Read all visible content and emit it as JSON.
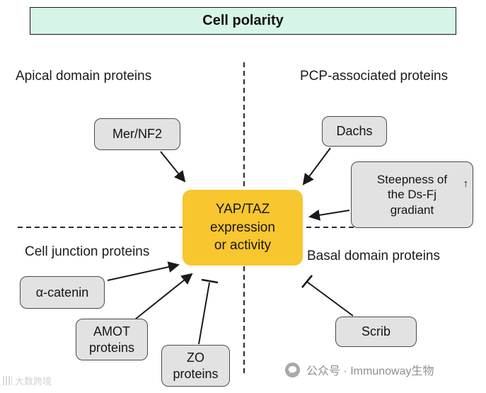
{
  "title": "Cell polarity",
  "quadrants": {
    "apical": "Apical domain proteins",
    "pcp": "PCP-associated proteins",
    "junction": "Cell junction proteins",
    "basal": "Basal domain proteins"
  },
  "center": {
    "line1": "YAP/TAZ",
    "line2": "expression",
    "line3": "or activity"
  },
  "nodes": {
    "mer": "Mer/NF2",
    "dachs": "Dachs",
    "steepness1": "Steepness of",
    "steepness2": "the Ds-Fj",
    "steepness3": "gradiant",
    "steepness_arrow": "↑",
    "alpha": "α-catenin",
    "amot1": "AMOT",
    "amot2": "proteins",
    "zo1": "ZO",
    "zo2": "proteins",
    "scrib": "Scrib"
  },
  "watermarks": {
    "right": "公众号 · Immunoway生物",
    "left": "大数跨境"
  },
  "colors": {
    "title_bg": "#d6f5e7",
    "node_bg": "#e2e2e2",
    "center_bg": "#f8c62e",
    "line_color": "#1a1a1a"
  }
}
